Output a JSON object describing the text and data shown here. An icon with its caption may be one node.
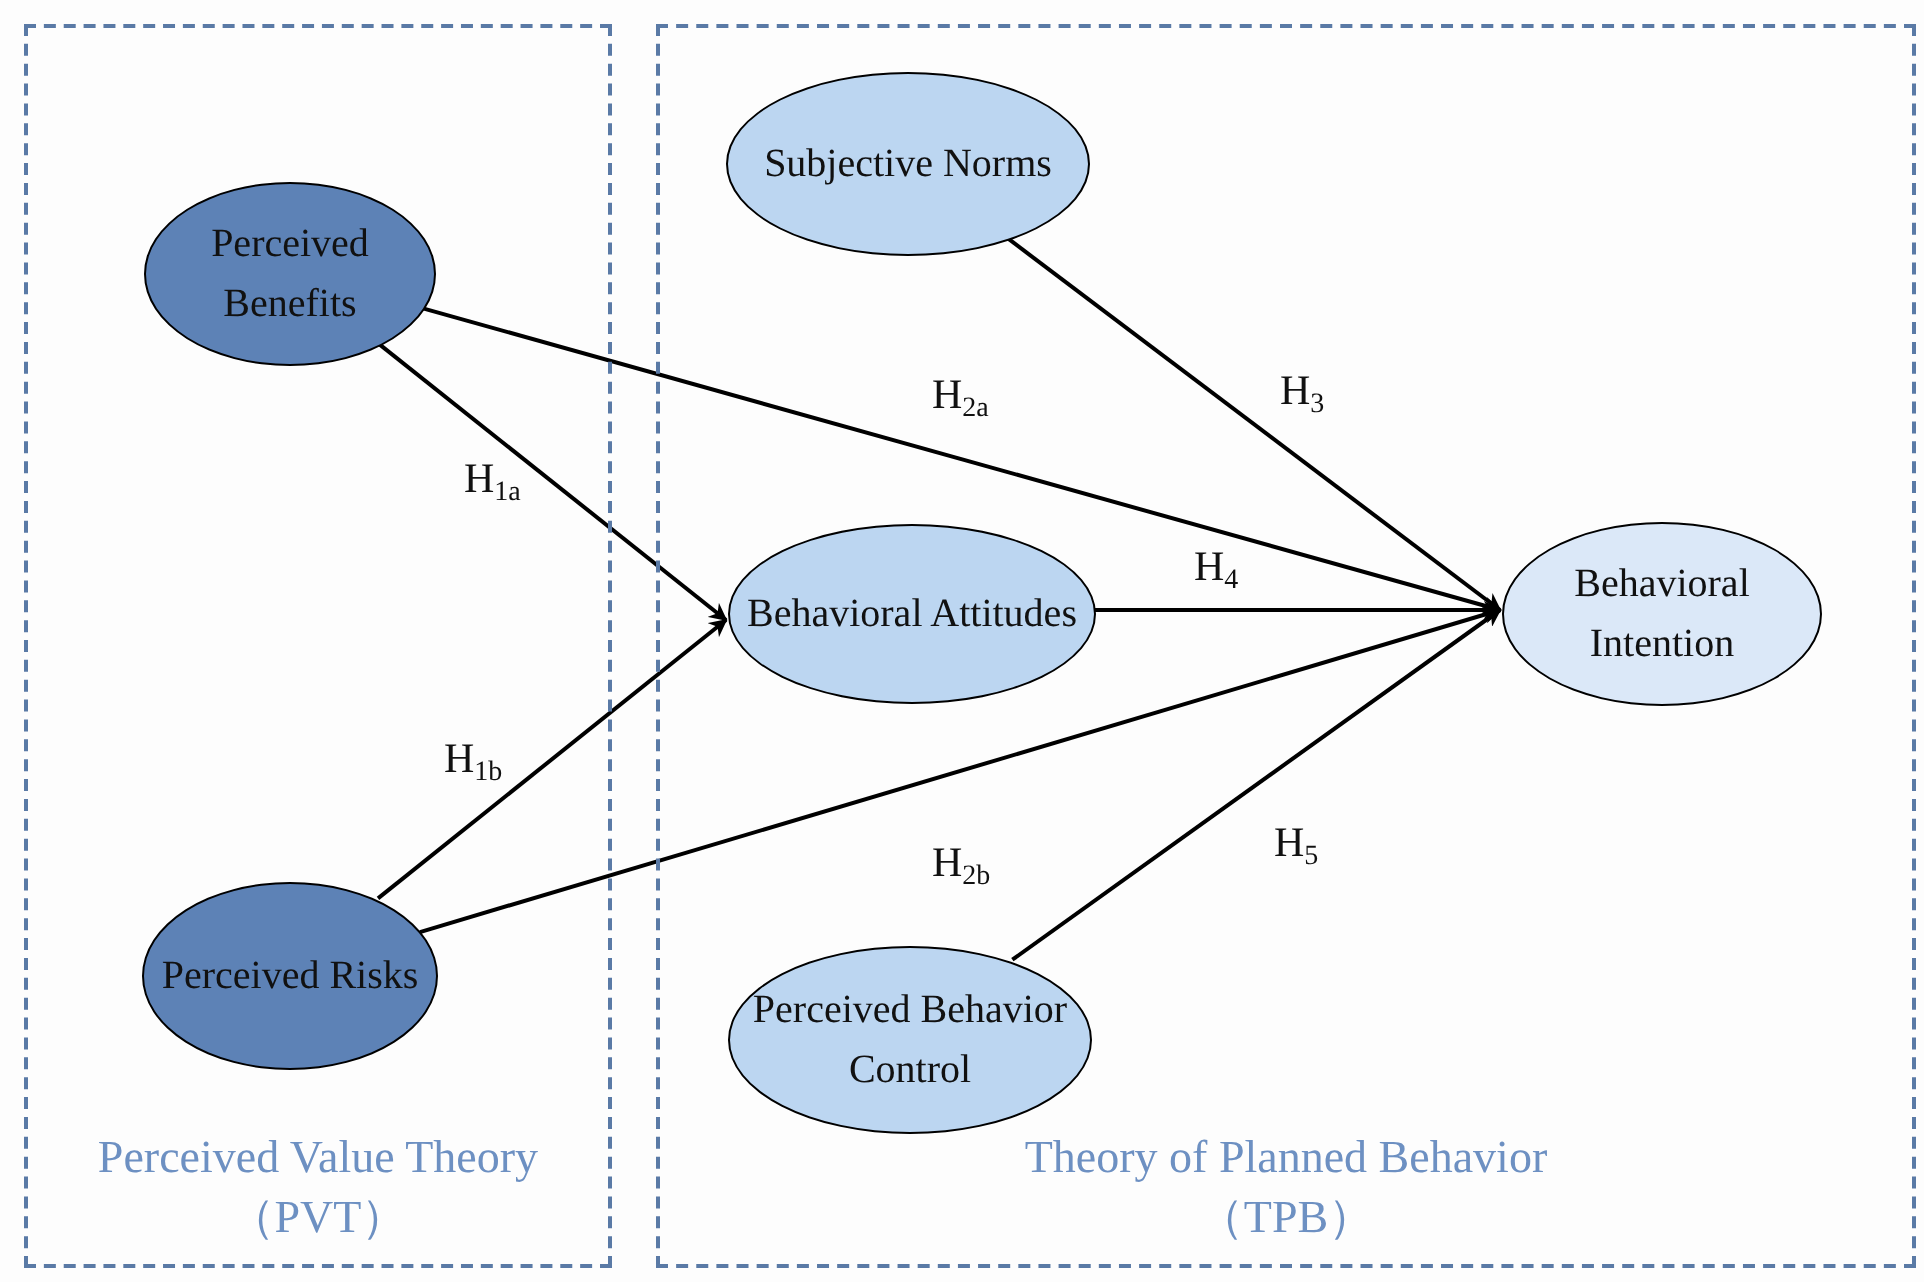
{
  "diagram": {
    "nodes": [
      {
        "text": [
          "Perceived Value Theory （PVT）"
        ]
      },
      {
        "text": [
          "Perceived Benefits"
        ],
        "in": 0
      },
      {
        "text": [
          "Perceived Risks"
        ],
        "in": 0
      },
      {
        "text": [
          "Theory of Planned Behavior （TPB）"
        ]
      },
      {
        "text": [
          "Subjective Norms"
        ],
        "in": 3
      },
      {
        "text": [
          "Behavioral Attitudes"
        ],
        "in": 3
      },
      {
        "text": [
          "Behavioral Intention"
        ],
        "in": 3
      },
      {
        "text": [
          "Perceived Behavior Control"
        ],
        "in": 3
      }
    ],
    "edges": [
      {
        "from": 1,
        "to": 5,
        "arrow": "to",
        "label": "H$_{1a}$"
      },
      {
        "from": 2,
        "to": 5,
        "arrow": "to",
        "label": "H$_{1b}$"
      },
      {
        "from": 1,
        "to": 6,
        "arrow": "to",
        "label": "H$_{2a}$"
      },
      {
        "from": 2,
        "to": 6,
        "arrow": "to",
        "label": "H$_{2b}$"
      },
      {
        "from": 4,
        "to": 6,
        "arrow": "to",
        "label": "H$_{3}$"
      },
      {
        "from": 5,
        "to": 6,
        "arrow": "to",
        "label": "H$_{4}$"
      },
      {
        "from": 7,
        "to": 6,
        "arrow": "to",
        "label": "H$_{5}$"
      }
    ]
  }
}
